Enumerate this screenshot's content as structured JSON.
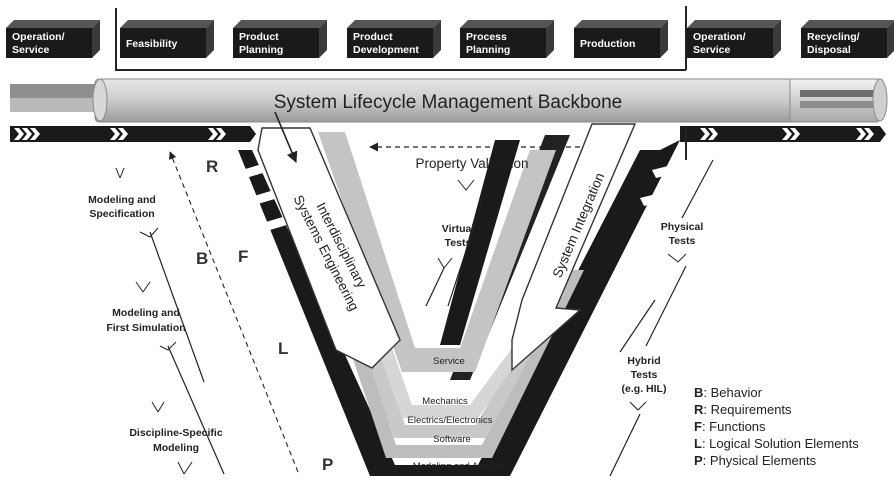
{
  "phases": [
    {
      "line1": "Operation/",
      "line2": "Service"
    },
    {
      "line1": "Feasibility",
      "line2": ""
    },
    {
      "line1": "Product",
      "line2": "Planning"
    },
    {
      "line1": "Product",
      "line2": "Development"
    },
    {
      "line1": "Process",
      "line2": "Planning"
    },
    {
      "line1": "Production",
      "line2": ""
    },
    {
      "line1": "Operation/",
      "line2": "Service"
    },
    {
      "line1": "Recycling/",
      "line2": "Disposal"
    }
  ],
  "backbone_label": "System Lifecycle Management Backbone",
  "property_validation": "Property Validation",
  "left_arrow": {
    "line1": "Interdisciplinary",
    "line2": "Systems Engineering"
  },
  "right_arrow": "System Integration",
  "layers": [
    "Service",
    "Mechanics",
    "Electrics/Electronics",
    "Software",
    "Modeling and Analysis"
  ],
  "letters": {
    "r": "R",
    "b": "B",
    "f": "F",
    "l": "L",
    "p": "P"
  },
  "left_labels": {
    "spec": {
      "line1": "Modeling and",
      "line2": "Specification"
    },
    "sim": {
      "line1": "Modeling and",
      "line2": "First Simulation"
    },
    "disc": {
      "line1": "Discipline-Specific",
      "line2": "Modeling"
    }
  },
  "virtual_tests": {
    "line1": "Virtual",
    "line2": "Tests"
  },
  "physical_tests": {
    "line1": "Physical",
    "line2": "Tests"
  },
  "hybrid_tests": {
    "line1": "Hybrid",
    "line2": "Tests",
    "line3": "(e.g. HIL)"
  },
  "legend": [
    {
      "key": "B",
      "text": ": Behavior"
    },
    {
      "key": "R",
      "text": ": Requirements"
    },
    {
      "key": "F",
      "text": ": Functions"
    },
    {
      "key": "L",
      "text": ": Logical Solution Elements"
    },
    {
      "key": "P",
      "text": ": Physical Elements"
    }
  ],
  "colors": {
    "box_front": "#1a1a1a",
    "box_top": "#555555",
    "box_side": "#3a3a3a",
    "backbone": "#c8c8c8",
    "band_dark": "#1a1a1a",
    "band_light": "#bdbdbd"
  }
}
